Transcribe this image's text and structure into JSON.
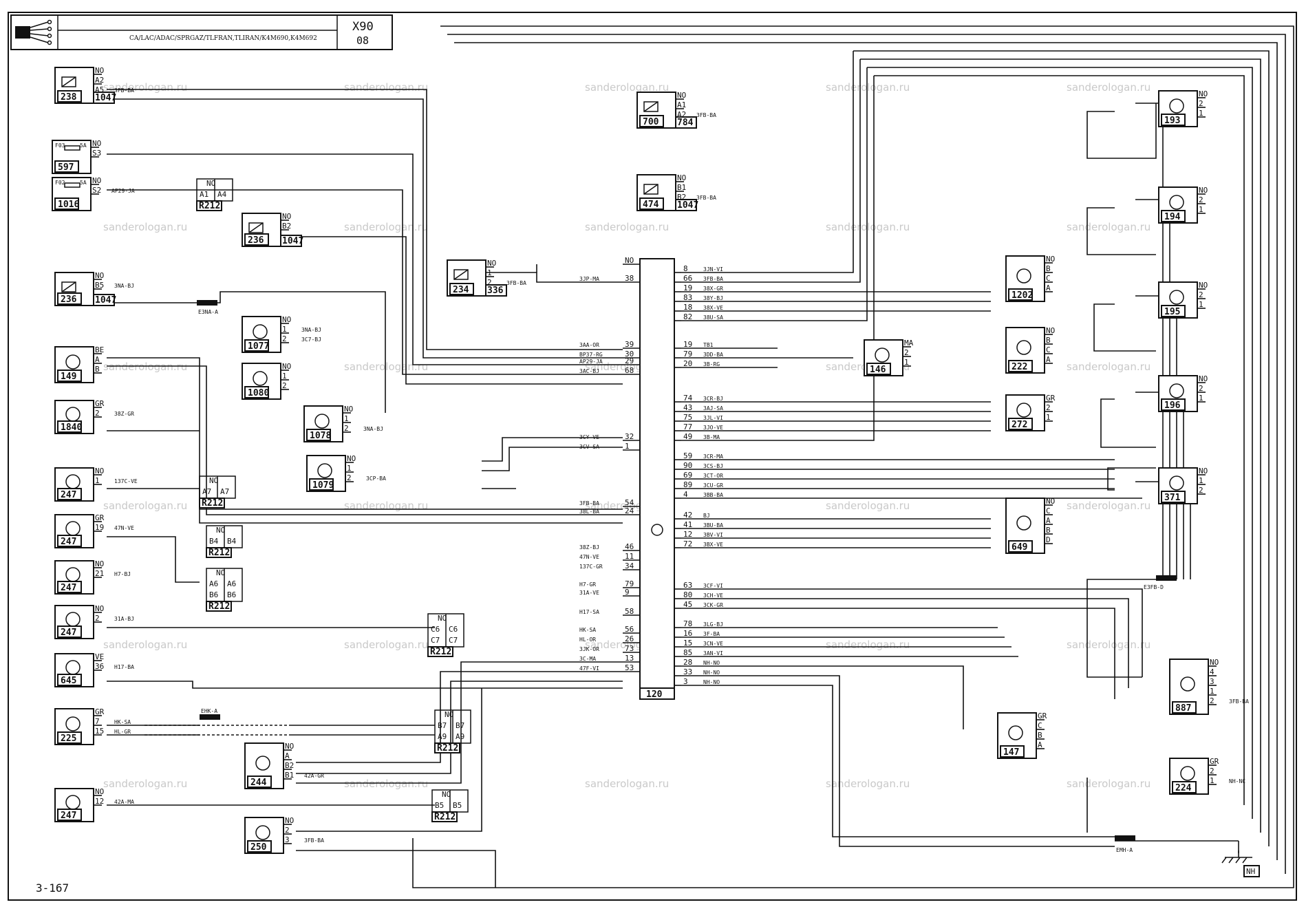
{
  "header": {
    "title": "CA/LAC/ADAC/SPRGAZ/TLFRAN,TLIRAN/K4M690,K4M692",
    "vehicle": "X90",
    "sheet": "08"
  },
  "page_ref": "3-167",
  "watermark": "sanderologan.ru",
  "ground_label": "NH",
  "ecu": {
    "id": "120",
    "left_pins": [
      {
        "pin": "NO",
        "wire": ""
      },
      {
        "pin": "38",
        "wire": "3JP-MA"
      },
      {
        "pin": "39",
        "wire": "3AA-OR"
      },
      {
        "pin": "30",
        "wire": "BP37-RG"
      },
      {
        "pin": "29",
        "wire": "AP29-JA"
      },
      {
        "pin": "68",
        "wire": "3AC-BJ"
      },
      {
        "pin": "32",
        "wire": "3CY-VE"
      },
      {
        "pin": "1",
        "wire": "3CV-SA"
      },
      {
        "pin": "54",
        "wire": "3FB-BA"
      },
      {
        "pin": "24",
        "wire": "38L-BA"
      },
      {
        "pin": "46",
        "wire": "38Z-BJ"
      },
      {
        "pin": "11",
        "wire": "47N-VE"
      },
      {
        "pin": "34",
        "wire": "137C-GR"
      },
      {
        "pin": "79",
        "wire": "H7-GR"
      },
      {
        "pin": "9",
        "wire": "31A-VE"
      },
      {
        "pin": "58",
        "wire": "H17-SA"
      },
      {
        "pin": "56",
        "wire": "HK-SA"
      },
      {
        "pin": "26",
        "wire": "HL-OR"
      },
      {
        "pin": "73",
        "wire": "3JK-OR"
      },
      {
        "pin": "13",
        "wire": "3C-MA"
      },
      {
        "pin": "53",
        "wire": "47F-VI"
      }
    ],
    "right_pins": [
      {
        "pin": "8",
        "wire": "3JN-VI"
      },
      {
        "pin": "66",
        "wire": "3FB-BA"
      },
      {
        "pin": "19",
        "wire": "38X-GR"
      },
      {
        "pin": "83",
        "wire": "38Y-BJ"
      },
      {
        "pin": "18",
        "wire": "38X-VE"
      },
      {
        "pin": "82",
        "wire": "38U-SA"
      },
      {
        "pin": "19",
        "wire": "TB1"
      },
      {
        "pin": "79",
        "wire": "3DD-BA"
      },
      {
        "pin": "20",
        "wire": "3B-RG"
      },
      {
        "pin": "74",
        "wire": "3CR-BJ"
      },
      {
        "pin": "43",
        "wire": "3AJ-SA"
      },
      {
        "pin": "75",
        "wire": "3JL-VI"
      },
      {
        "pin": "77",
        "wire": "3JO-VE"
      },
      {
        "pin": "49",
        "wire": "3B-MA"
      },
      {
        "pin": "59",
        "wire": "3CR-MA"
      },
      {
        "pin": "90",
        "wire": "3CS-BJ"
      },
      {
        "pin": "69",
        "wire": "3CT-OR"
      },
      {
        "pin": "89",
        "wire": "3CU-GR"
      },
      {
        "pin": "4",
        "wire": "3BB-BA"
      },
      {
        "pin": "42",
        "wire": "BJ"
      },
      {
        "pin": "41",
        "wire": "3BU-BA"
      },
      {
        "pin": "12",
        "wire": "3BV-VI"
      },
      {
        "pin": "72",
        "wire": "3BX-VE"
      },
      {
        "pin": "63",
        "wire": "3CF-VI"
      },
      {
        "pin": "80",
        "wire": "3CH-VE"
      },
      {
        "pin": "45",
        "wire": "3CK-GR"
      },
      {
        "pin": "78",
        "wire": "3LG-BJ"
      },
      {
        "pin": "16",
        "wire": "3F-BA"
      },
      {
        "pin": "15",
        "wire": "3CN-VE"
      },
      {
        "pin": "85",
        "wire": "3AN-VI"
      },
      {
        "pin": "28",
        "wire": "NH-NO"
      },
      {
        "pin": "33",
        "wire": "NH-NO"
      },
      {
        "pin": "3",
        "wire": "NH-NO"
      }
    ]
  },
  "components": [
    {
      "id": "238",
      "ref": "1047",
      "pins": [
        "NO",
        "A2",
        "A5"
      ],
      "wire": "3FB-BA"
    },
    {
      "id": "597",
      "fuse": "F03",
      "amps": "5A",
      "pins": [
        "NO",
        "S3"
      ]
    },
    {
      "id": "1016",
      "fuse": "F02",
      "amps": "5A",
      "pins": [
        "NO",
        "S2"
      ],
      "wire": "AP29-JA"
    },
    {
      "id": "236",
      "ref": "1047",
      "pins": [
        "NO",
        "B2"
      ]
    },
    {
      "id": "236",
      "ref": "1047",
      "pins": [
        "NO",
        "B5"
      ],
      "wire": "3NA-BJ"
    },
    {
      "id": "149",
      "pins": [
        "BE",
        "A",
        "B"
      ]
    },
    {
      "id": "1840",
      "pins": [
        "GR",
        "2"
      ],
      "wire": "38Z-GR"
    },
    {
      "id": "247",
      "pins": [
        "NO",
        "1"
      ],
      "wire": "137C-VE"
    },
    {
      "id": "247",
      "pins": [
        "GR",
        "19"
      ],
      "wire": "47N-VE"
    },
    {
      "id": "247",
      "pins": [
        "NO",
        "21"
      ],
      "wire": "H7-BJ"
    },
    {
      "id": "247",
      "pins": [
        "NO",
        "2"
      ],
      "wire": "31A-BJ"
    },
    {
      "id": "645",
      "pins": [
        "VE",
        "36"
      ],
      "wire": "H17-BA"
    },
    {
      "id": "225",
      "pins": [
        "GR",
        "7",
        "15"
      ],
      "wires": [
        "HK-SA",
        "HL-GR"
      ]
    },
    {
      "id": "247",
      "pins": [
        "NO",
        "12"
      ],
      "wire": "42A-MA"
    },
    {
      "id": "244",
      "pins": [
        "NO",
        "A",
        "B2",
        "B1"
      ],
      "wire": "42A-GR"
    },
    {
      "id": "250",
      "pins": [
        "NO",
        "2",
        "3"
      ],
      "wire": "3FB-BA"
    },
    {
      "id": "1077",
      "pins": [
        "NO",
        "1",
        "2"
      ],
      "wires": [
        "3NA-BJ",
        "3C7-BJ"
      ]
    },
    {
      "id": "1080",
      "pins": [
        "NO",
        "1",
        "2"
      ]
    },
    {
      "id": "1078",
      "pins": [
        "NO",
        "1",
        "2"
      ],
      "wire": "3NA-BJ"
    },
    {
      "id": "1079",
      "pins": [
        "NO",
        "1",
        "2"
      ],
      "wire": "3CP-BA"
    },
    {
      "id": "234",
      "ref": "336",
      "pins": [
        "NO",
        "1",
        "2"
      ],
      "wire": "3FB-BA"
    },
    {
      "id": "700",
      "ref": "784",
      "pins": [
        "NO",
        "A1",
        "A2"
      ],
      "wire": "3FB-BA"
    },
    {
      "id": "474",
      "ref": "1047",
      "pins": [
        "NO",
        "B1",
        "B2"
      ],
      "wire": "3FB-BA"
    },
    {
      "id": "1202",
      "pins": [
        "NO",
        "B",
        "C",
        "A"
      ]
    },
    {
      "id": "146",
      "pins": [
        "MA",
        "2",
        "1"
      ]
    },
    {
      "id": "222",
      "pins": [
        "NO",
        "B",
        "C",
        "A"
      ]
    },
    {
      "id": "272",
      "pins": [
        "GR",
        "2",
        "1"
      ]
    },
    {
      "id": "649",
      "pins": [
        "NO",
        "C",
        "A",
        "B",
        "D"
      ]
    },
    {
      "id": "193",
      "pins": [
        "NO",
        "2",
        "1"
      ]
    },
    {
      "id": "194",
      "pins": [
        "NO",
        "2",
        "1"
      ]
    },
    {
      "id": "195",
      "pins": [
        "NO",
        "2",
        "1"
      ]
    },
    {
      "id": "196",
      "pins": [
        "NO",
        "2",
        "1"
      ]
    },
    {
      "id": "371",
      "pins": [
        "NO",
        "1",
        "2"
      ]
    },
    {
      "id": "887",
      "pins": [
        "NO",
        "4",
        "3",
        "1",
        "2"
      ],
      "wire": "3FB-BA"
    },
    {
      "id": "147",
      "pins": [
        "GR",
        "C",
        "B",
        "A"
      ]
    },
    {
      "id": "224",
      "pins": [
        "GR",
        "2",
        "1"
      ],
      "wire": "NH-NC"
    }
  ],
  "connectors": [
    {
      "id": "R212",
      "pins": [
        "NO",
        "A1",
        "A4"
      ]
    },
    {
      "id": "R212",
      "pins": [
        "NO",
        "A7",
        "A7"
      ]
    },
    {
      "id": "R212",
      "pins": [
        "NO",
        "B4",
        "B4"
      ]
    },
    {
      "id": "R212",
      "pins": [
        "NO",
        "A6",
        "A6",
        "B6",
        "B6"
      ]
    },
    {
      "id": "R212",
      "pins": [
        "NO",
        "C6",
        "C6",
        "C7",
        "C7"
      ]
    },
    {
      "id": "R212",
      "pins": [
        "NO",
        "B7",
        "B7",
        "A9",
        "A9"
      ]
    },
    {
      "id": "R212",
      "pins": [
        "NO",
        "B5",
        "B5"
      ]
    }
  ],
  "splices": [
    "E3NA-A",
    "EHK-A",
    "E3FB-D",
    "EMH-A"
  ]
}
